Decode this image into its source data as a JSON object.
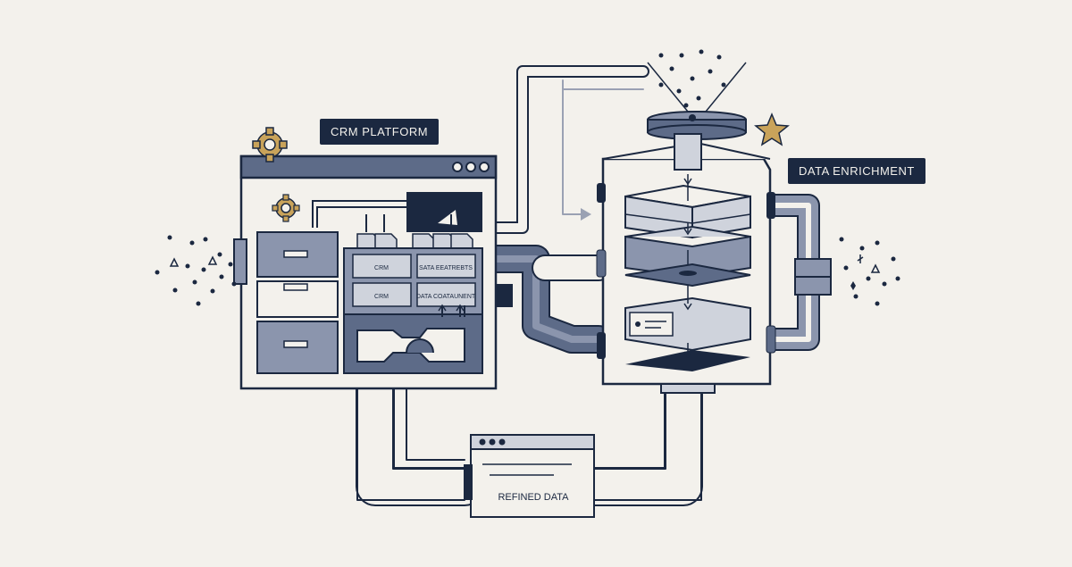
{
  "labels": {
    "crm_platform": "CRM PLATFORM",
    "data_enrichment": "DATA ENRICHMENT",
    "refined_data": "REFINED DATA"
  },
  "crm_window": {
    "cells": [
      {
        "row_a": "CRM",
        "row_b": "SATA EEATREBTS"
      },
      {
        "row_a": "CRM",
        "row_b": "DATA COATAUNENT"
      }
    ]
  },
  "colors": {
    "background": "#f3f1ec",
    "ink": "#1b2840",
    "slate": "#5d6b88",
    "slate_light": "#8b95ad",
    "pale": "#cfd3dc",
    "accent_gold": "#c9a35a"
  },
  "icons": [
    "gear-icon",
    "star-icon",
    "sparkle-icon"
  ]
}
